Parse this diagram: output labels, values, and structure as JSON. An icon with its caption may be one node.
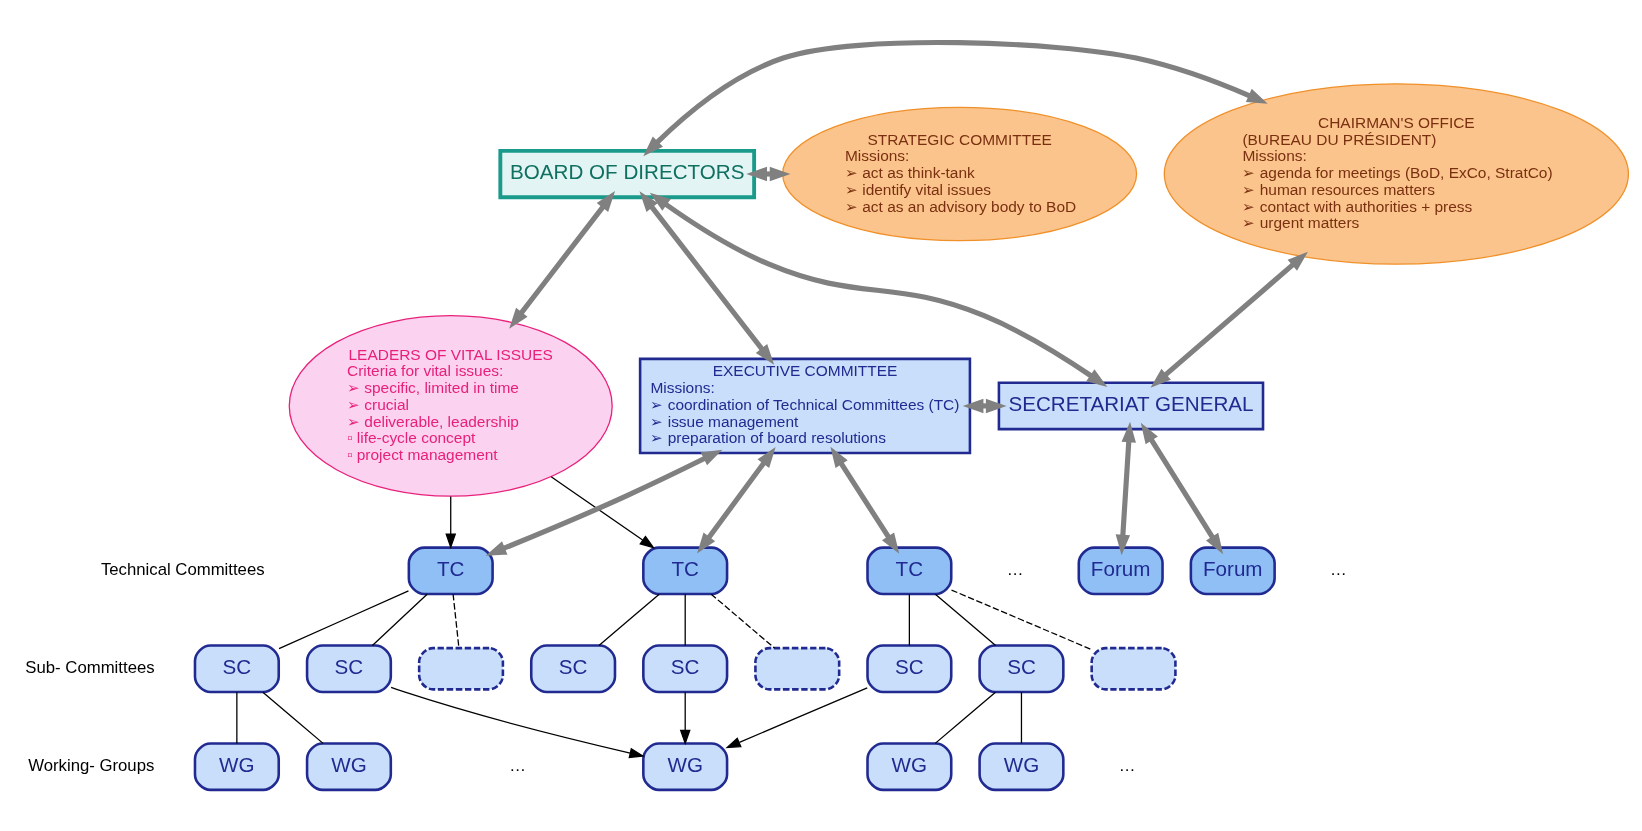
{
  "diagram": {
    "nodes": [
      {
        "text": [
          "BOARD OF DIRECTORS"
        ]
      },
      {
        "text": [
          "STRATEGIC COMMITTEE",
          "Missions:",
          "➢ act as think-tank",
          "➢ identify vital issues",
          "➢ act as an advisory body to BoD"
        ]
      },
      {
        "text": [
          "CHAIRMAN'S OFFICE",
          "(BUREAU DU PRÉSIDENT)",
          "Missions:",
          "➢ agenda for meetings (BoD, ExCo, StratCo)",
          "➢ human resources matters",
          "➢ contact with authorities + press",
          "➢ urgent matters"
        ]
      },
      {
        "text": [
          "LEADERS OF VITAL ISSUES",
          "Criteria for vital issues:",
          "➢ specific, limited in time",
          "➢ crucial",
          "➢ deliverable, leadership",
          "▫ life-cycle concept",
          "▫ project management"
        ]
      },
      {
        "text": [
          "EXECUTIVE COMMITTEE",
          "Missions:",
          "➢ coordination of Technical Committees (TC)",
          "➢ issue management",
          "➢ preparation of board resolutions"
        ]
      },
      {
        "text": [
          "SECRETARIAT GENERAL"
        ]
      },
      {
        "text": [
          "TC"
        ]
      },
      {
        "text": [
          "TC"
        ]
      },
      {
        "text": [
          "TC"
        ]
      },
      {
        "text": [
          "Forum"
        ]
      },
      {
        "text": [
          "Forum"
        ]
      },
      {
        "text": [
          "SC"
        ]
      },
      {
        "text": [
          "SC"
        ]
      },
      {
        "text": [],
        "shape": "box"
      },
      {
        "text": [
          "SC"
        ]
      },
      {
        "text": [
          "SC"
        ]
      },
      {
        "text": [],
        "shape": "box"
      },
      {
        "text": [
          "SC"
        ]
      },
      {
        "text": [
          "SC"
        ]
      },
      {
        "text": [],
        "shape": "box"
      },
      {
        "text": [
          "WG"
        ]
      },
      {
        "text": [
          "WG"
        ]
      },
      {
        "text": [
          "WG"
        ]
      },
      {
        "text": [
          "WG"
        ]
      },
      {
        "text": [
          "WG"
        ]
      }
    ],
    "edges": [
      {
        "from": 0,
        "to": 1,
        "arrow": "both",
        "style": "thick",
        "color": "#808080"
      },
      {
        "from": 0,
        "to": 3,
        "arrow": "both",
        "style": "thick",
        "color": "#808080"
      },
      {
        "from": 0,
        "to": 4,
        "arrow": "both",
        "style": "thick",
        "color": "#808080"
      },
      {
        "from": 0,
        "to": 2,
        "arrow": "both",
        "style": "thick",
        "color": "#808080"
      },
      {
        "from": 0,
        "to": 5,
        "arrow": "both",
        "style": "thick",
        "color": "#808080"
      },
      {
        "from": 2,
        "to": 5,
        "arrow": "both",
        "style": "thick",
        "color": "#808080"
      },
      {
        "from": 4,
        "to": 5,
        "arrow": "both",
        "style": "thick",
        "color": "#808080"
      },
      {
        "from": 4,
        "to": 6,
        "arrow": "both",
        "style": "thick",
        "color": "#808080"
      },
      {
        "from": 4,
        "to": 7,
        "arrow": "both",
        "style": "thick",
        "color": "#808080"
      },
      {
        "from": 4,
        "to": 8,
        "arrow": "both",
        "style": "thick",
        "color": "#808080"
      },
      {
        "from": 5,
        "to": 9,
        "arrow": "both",
        "style": "thick",
        "color": "#808080"
      },
      {
        "from": 5,
        "to": 10,
        "arrow": "both",
        "style": "thick",
        "color": "#808080"
      },
      {
        "from": 3,
        "to": 6,
        "arrow": "to"
      },
      {
        "from": 3,
        "to": 7,
        "arrow": "to"
      },
      {
        "from": 6,
        "to": 11,
        "arrow": "none"
      },
      {
        "from": 6,
        "to": 12,
        "arrow": "none"
      },
      {
        "from": 6,
        "to": 13,
        "arrow": "none",
        "style": "dashed"
      },
      {
        "from": 7,
        "to": 14,
        "arrow": "none"
      },
      {
        "from": 7,
        "to": 15,
        "arrow": "none"
      },
      {
        "from": 7,
        "to": 16,
        "arrow": "none",
        "style": "dashed"
      },
      {
        "from": 8,
        "to": 17,
        "arrow": "none"
      },
      {
        "from": 8,
        "to": 18,
        "arrow": "none"
      },
      {
        "from": 8,
        "to": 19,
        "arrow": "none",
        "style": "dashed"
      },
      {
        "from": 11,
        "to": 20,
        "arrow": "none"
      },
      {
        "from": 11,
        "to": 21,
        "arrow": "none"
      },
      {
        "from": 12,
        "to": 22,
        "arrow": "to"
      },
      {
        "from": 15,
        "to": 22,
        "arrow": "to"
      },
      {
        "from": 17,
        "to": 22,
        "arrow": "to"
      },
      {
        "from": 18,
        "to": 23,
        "arrow": "none"
      },
      {
        "from": 18,
        "to": 24,
        "arrow": "none"
      }
    ],
    "labels": [
      "Technical Committees",
      "…",
      "…",
      "Sub- Committees",
      "Working- Groups",
      "…",
      "…"
    ]
  }
}
